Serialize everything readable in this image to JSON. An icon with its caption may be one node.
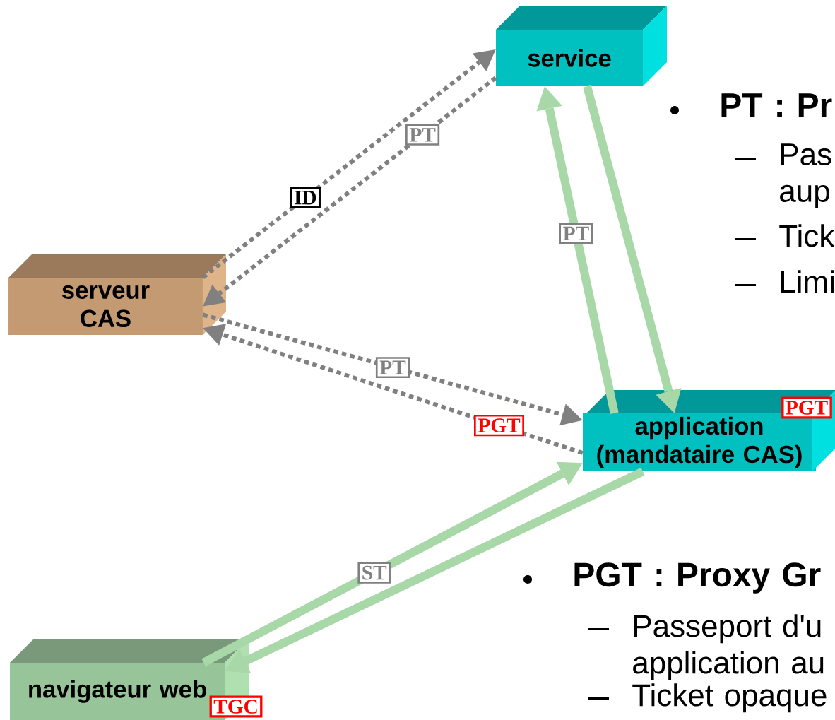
{
  "diagram": {
    "nodes": [
      {
        "text": [
          "service"
        ]
      },
      {
        "text": [
          "serveur CAS"
        ]
      },
      {
        "text": [
          "application (mandataire CAS)"
        ],
        "beside": [
          "PGT"
        ]
      },
      {
        "text": [
          "navigateur web"
        ],
        "beside": [
          "TGC"
        ]
      }
    ],
    "edges": [
      {
        "from": 0,
        "to": 1,
        "arrow": "to",
        "label": "PT",
        "style": "dashed",
        "color": "#808080"
      },
      {
        "from": 1,
        "to": 0,
        "arrow": "to",
        "label": "ID",
        "style": "dashed",
        "color": "#808080"
      },
      {
        "from": 2,
        "to": 1,
        "arrow": "to",
        "label": "PGT",
        "style": "dashed",
        "color": "#808080"
      },
      {
        "from": 1,
        "to": 2,
        "arrow": "to",
        "label": "PT",
        "style": "dashed",
        "color": "#808080"
      },
      {
        "from": 2,
        "to": 0,
        "arrow": "to",
        "label": "PT",
        "style": "thick",
        "color": "#a8d8a8"
      },
      {
        "from": 0,
        "to": 2,
        "arrow": "to",
        "style": "thick",
        "color": "#a8d8a8"
      },
      {
        "from": 3,
        "to": 2,
        "arrow": "to",
        "label": "ST",
        "style": "thick",
        "color": "#a8d8a8"
      },
      {
        "from": 2,
        "to": 3,
        "arrow": "to",
        "style": "thick",
        "color": "#a8d8a8"
      }
    ],
    "labels": [
      "PT : Pr",
      "Pas aup",
      "Tick",
      "Limi",
      "PGT : Proxy Gr",
      "Passeport d'u application au",
      "Ticket opaque"
    ]
  }
}
